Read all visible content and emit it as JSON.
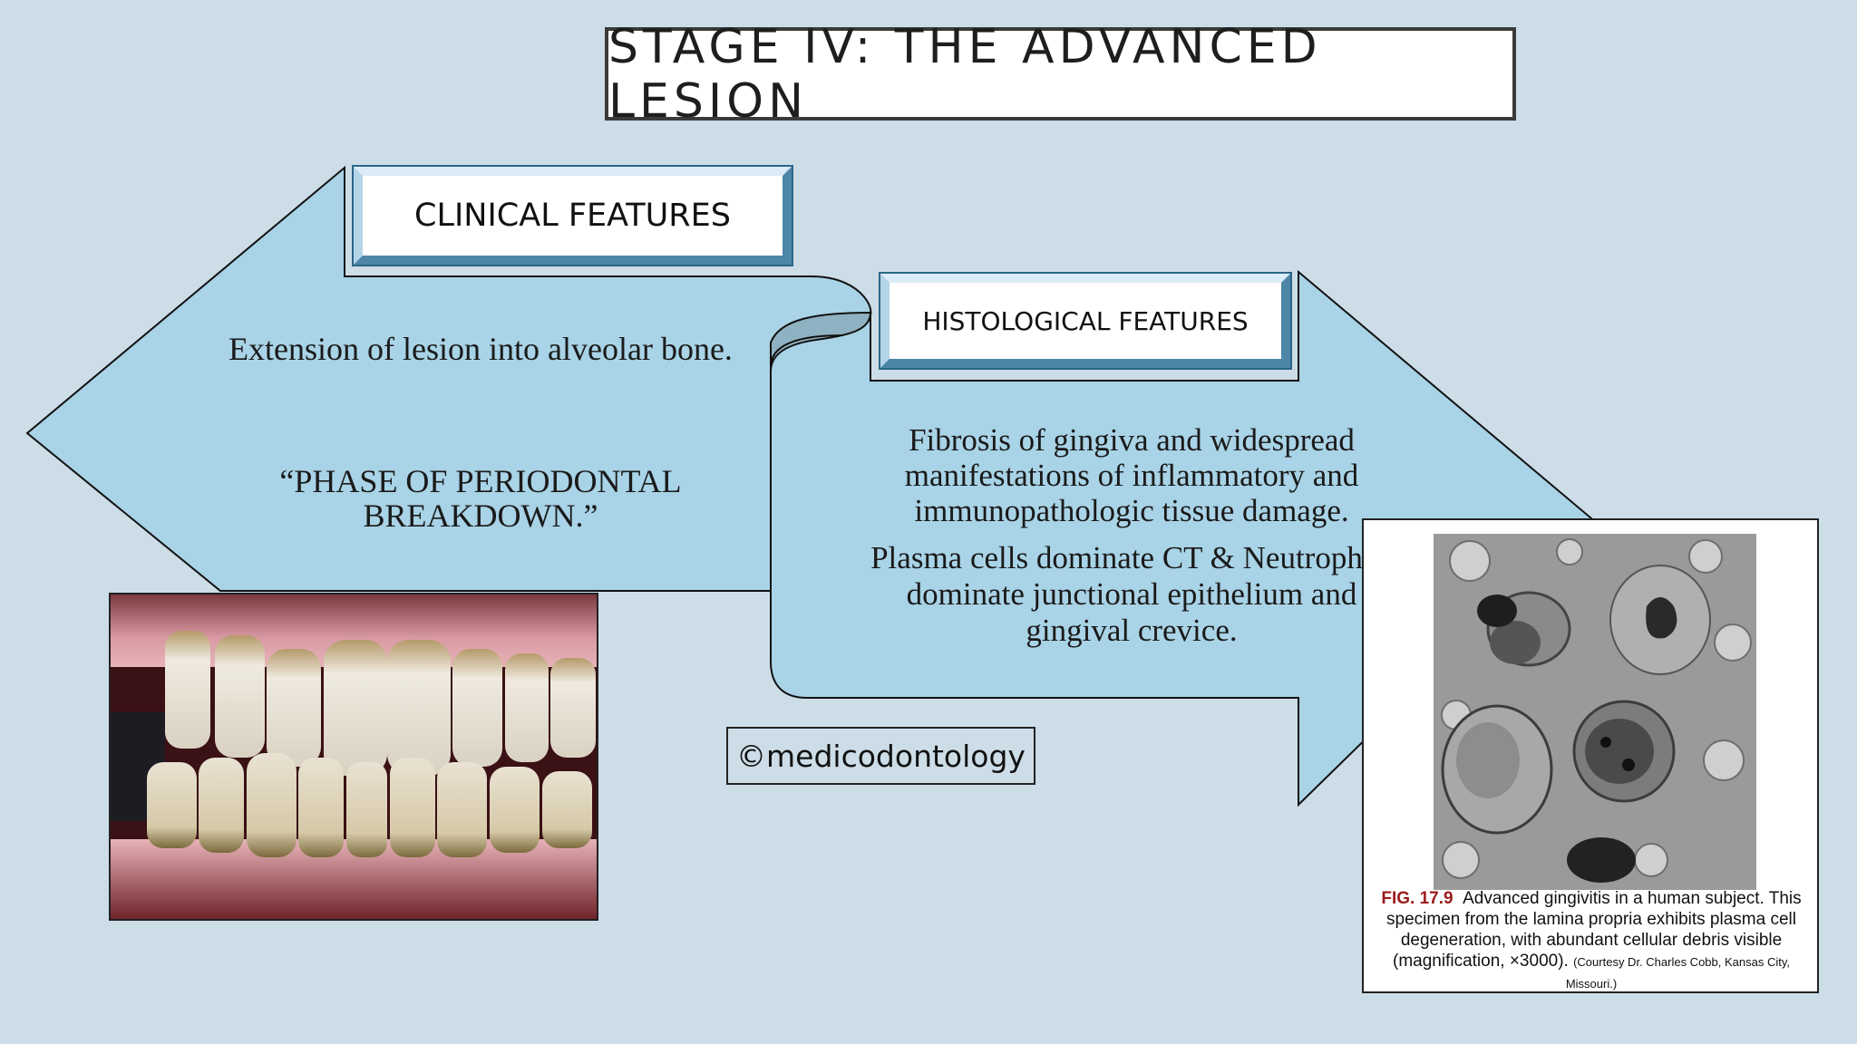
{
  "slide": {
    "title": "STAGE IV: THE ADVANCED LESION"
  },
  "clinical": {
    "label": "CLINICAL FEATURES",
    "text_1": "Extension of lesion into alveolar bone.",
    "text_2": "“PHASE OF PERIODONTAL BREAKDOWN.”"
  },
  "histological": {
    "label": "HISTOLOGICAL FEATURES",
    "text_1": "Fibrosis of gingiva and widespread manifestations of inflammatory and immunopathologic tissue damage.",
    "text_2": "Plasma cells dominate CT & Neutrophils dominate junctional epithelium and gingival crevice."
  },
  "watermark": "©medicodontology",
  "figure": {
    "label": "FIG. 17.9",
    "caption": "Advanced gingivitis in a human subject. This specimen from the lamina propria exhibits plasma cell degeneration, with abundant cellular debris visible (magnification, ×3000).",
    "courtesy": "(Courtesy Dr. Charles Cobb, Kansas City, Missouri.)"
  },
  "colors": {
    "background": "#cddde8",
    "arrow_fill": "#a9d3e6",
    "arrow_shadow": "#8fb2c2",
    "accent_border": "#2c6588",
    "figure_label": "#9b1b1b"
  }
}
